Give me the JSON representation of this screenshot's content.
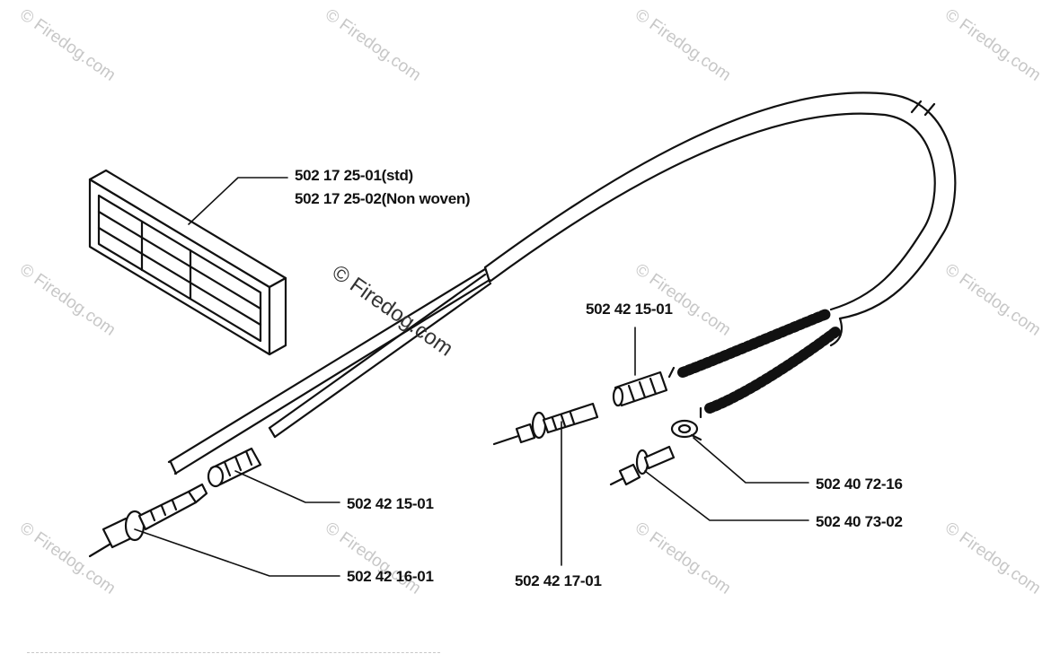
{
  "watermark": "© Firedog.com",
  "parts": {
    "filter_std": "502 17 25-01(std)",
    "filter_nonwoven": "502 17 25-02(Non woven)",
    "nipple_upper": "502 42 15-01",
    "nipple_lower": "502 42 15-01",
    "bolt_lower": "502 42 16-01",
    "adjuster": "502 42 17-01",
    "clip": "502 40 72-16",
    "bolt_right": "502 40 73-02"
  }
}
